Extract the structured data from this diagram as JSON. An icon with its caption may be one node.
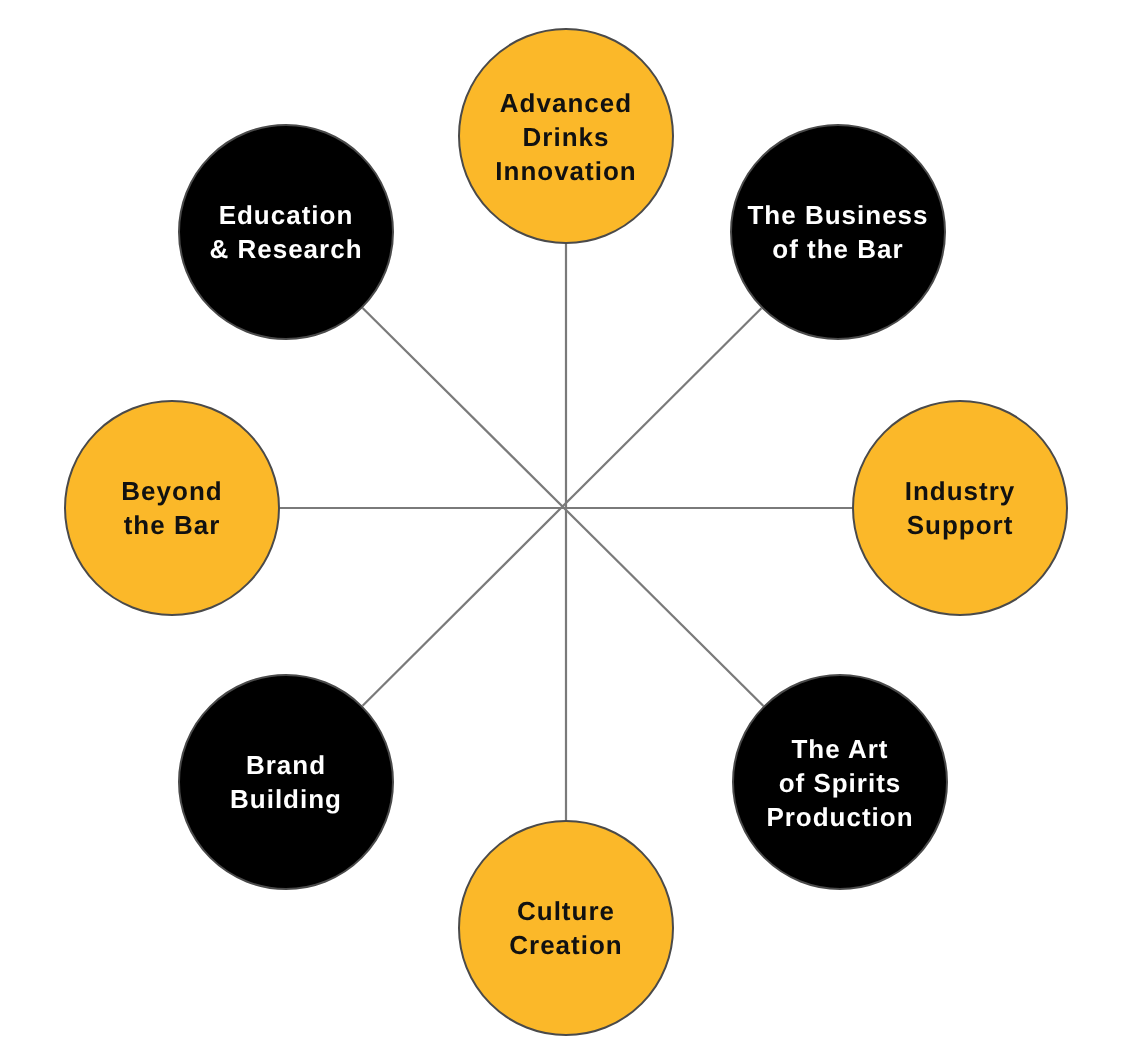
{
  "diagram": {
    "nodes": [
      {
        "text": [
          "Advanced Drinks Innovation"
        ]
      },
      {
        "text": [
          "Education & Research"
        ]
      },
      {
        "text": [
          "The Business of the Bar"
        ]
      },
      {
        "text": [
          "Beyond the Bar"
        ]
      },
      {
        "text": [
          "Industry Support"
        ]
      },
      {
        "text": [
          "Brand Building"
        ]
      },
      {
        "text": [
          "The Art of Spirits Production"
        ]
      },
      {
        "text": [
          "Culture Creation"
        ]
      }
    ],
    "edges": [
      {
        "from": 0,
        "to": 7,
        "arrow": "none"
      },
      {
        "from": 1,
        "to": 6,
        "arrow": "none"
      },
      {
        "from": 2,
        "to": 5,
        "arrow": "none"
      },
      {
        "from": 3,
        "to": 4,
        "arrow": "none"
      }
    ]
  }
}
